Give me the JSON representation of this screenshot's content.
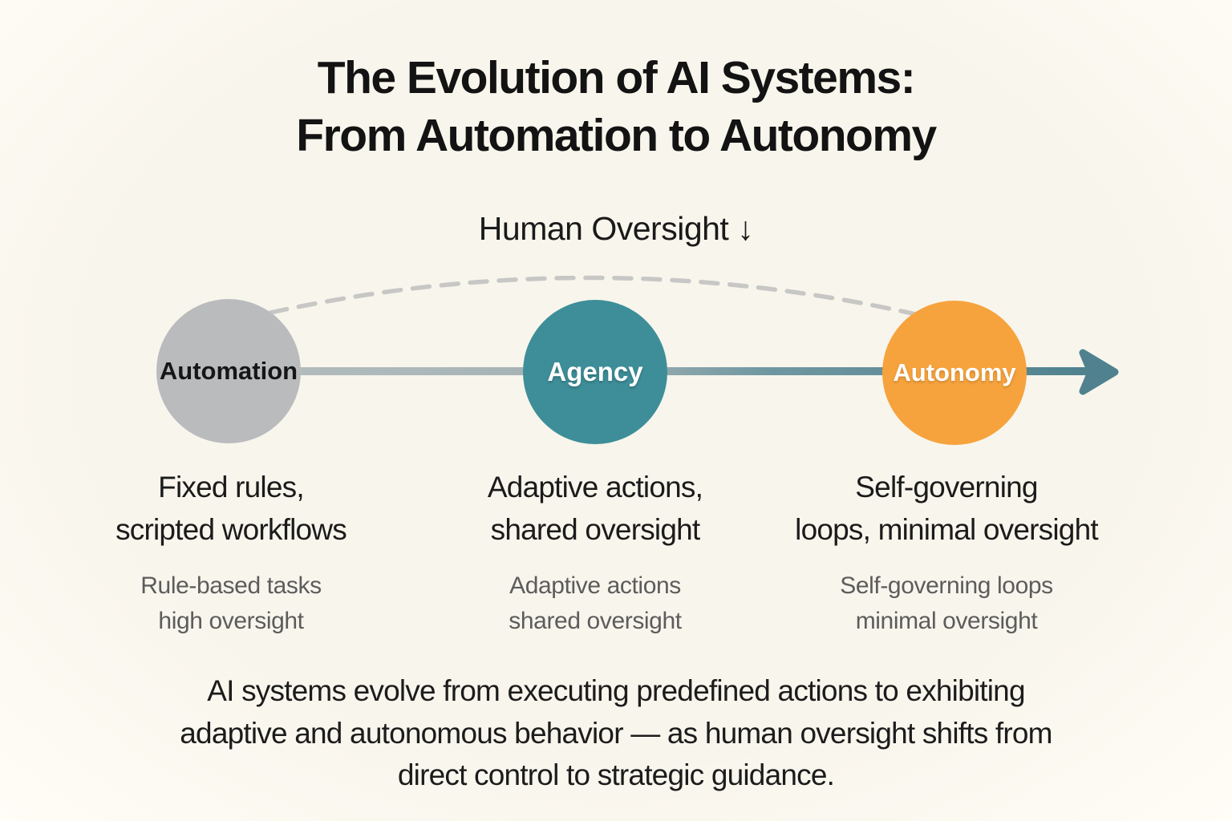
{
  "title": {
    "line1": "The Evolution of AI Systems:",
    "line2": "From Automation to Autonomy"
  },
  "oversight_label": "Human Oversight ↓",
  "stages": [
    {
      "circle_label": "Automation",
      "circle_color": "#b9bbbd",
      "main_line1": "Fixed rules,",
      "main_line2": "scripted workflows",
      "sub_line1": "Rule-based tasks",
      "sub_line2": "high oversight"
    },
    {
      "circle_label": "Agency",
      "circle_color": "#3d8e98",
      "main_line1": "Adaptive actions,",
      "main_line2": "shared oversight",
      "sub_line1": "Adaptive actions",
      "sub_line2": "shared oversight"
    },
    {
      "circle_label": "Autonomy",
      "circle_color": "#f6a33d",
      "main_line1": "Self-governing",
      "main_line2": "loops, minimal oversight",
      "sub_line1": "Self-governing loops",
      "sub_line2": "minimal oversight"
    }
  ],
  "caption": {
    "line1": "AI systems evolve from executing predefined actions to exhibiting",
    "line2": "adaptive and autonomous behavior — as human oversight shifts from",
    "line3": "direct control to strategic guidance."
  },
  "colors": {
    "background": "#f9f6ee",
    "timeline_gray": "#b4bdbf",
    "timeline_teal": "#4f828e",
    "dashed_arc": "#c7c7c5",
    "text_dark": "#1b1b1b",
    "text_gray": "#5c5c5c"
  }
}
